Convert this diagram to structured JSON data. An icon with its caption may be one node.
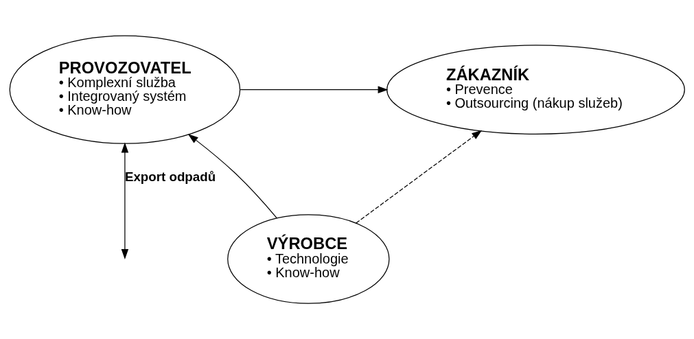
{
  "diagram": {
    "nodes": [
      {
        "text": [
          "ZÁKAZNÍK",
          "• Prevence",
          "• Outsourcing (nákup služeb)"
        ]
      },
      {
        "text": [
          "PROVOZOVATEL",
          "• Komplexní služba",
          "• Integrovaný systém",
          "• Know-how"
        ]
      },
      {
        "text": [
          "VÝROBCE",
          "• Technologie",
          "• Know-how"
        ]
      }
    ],
    "edges": [
      {
        "from": 1,
        "to": 0,
        "arrow": "to"
      },
      {
        "from": 2,
        "to": 0,
        "arrow": "to",
        "style": "dashed"
      },
      {
        "from": 2,
        "to": 1,
        "arrow": "to"
      },
      {
        "from": null,
        "to": 1,
        "arrow": "both",
        "label": "Export odpadů"
      }
    ]
  }
}
